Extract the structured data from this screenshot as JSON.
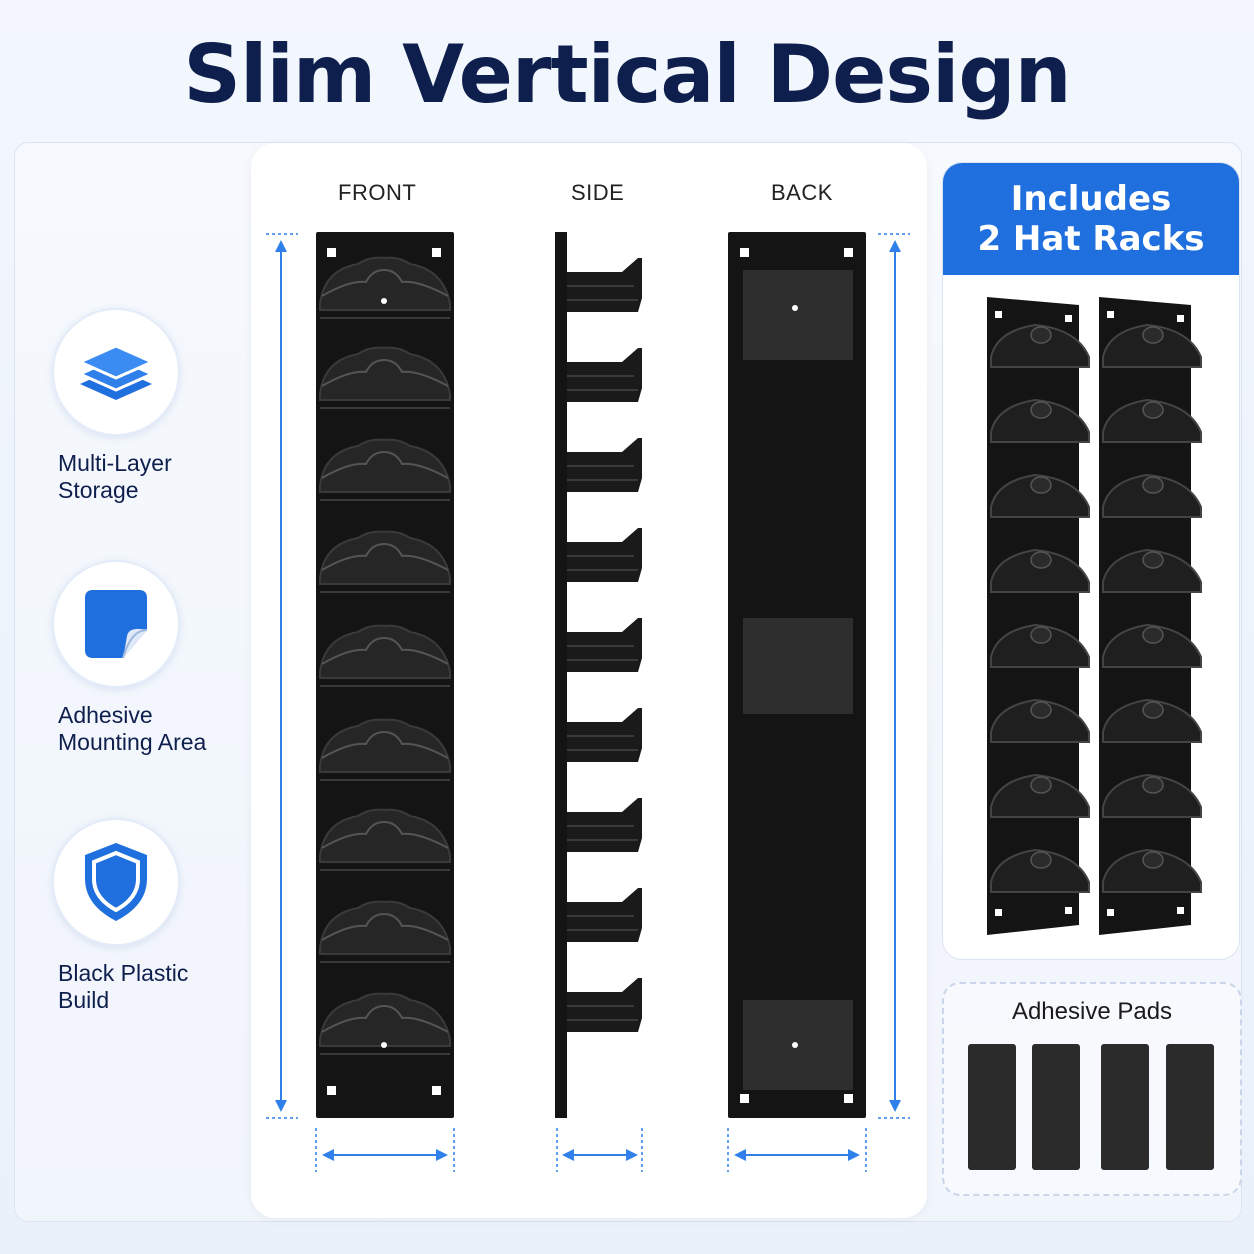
{
  "title": "Slim Vertical Design",
  "features": [
    {
      "label": "Multi-Layer\nStorage",
      "icon": "layers-icon"
    },
    {
      "label": "Adhesive\nMounting Area",
      "icon": "sticker-icon"
    },
    {
      "label": "Black Plastic\nBuild",
      "icon": "shield-icon"
    }
  ],
  "views": {
    "front": "FRONT",
    "side": "SIDE",
    "back": "BACK"
  },
  "includes": {
    "heading": "Includes\n2 Hat Racks"
  },
  "pads": {
    "heading": "Adhesive Pads",
    "count": 4
  },
  "colors": {
    "accent": "#1f6fde",
    "title": "#0f1f4d",
    "product": "#111111"
  }
}
